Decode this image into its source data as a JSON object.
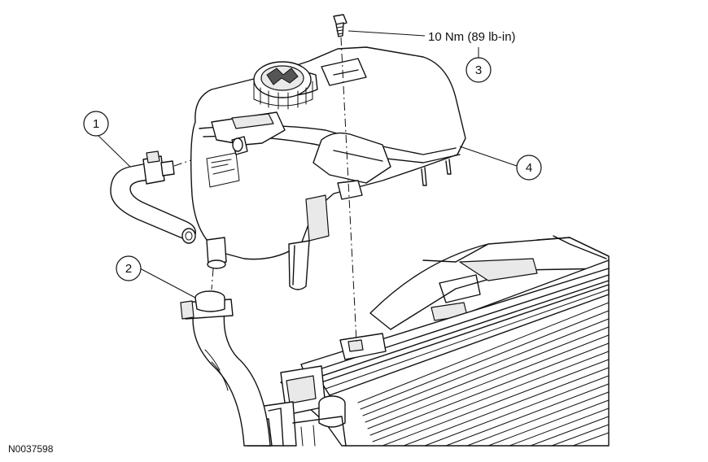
{
  "diagram": {
    "figure_id": "N0037598",
    "torque_spec": "10 Nm (89 lb-in)",
    "callouts": [
      {
        "number": "1"
      },
      {
        "number": "2"
      },
      {
        "number": "3"
      },
      {
        "number": "4"
      }
    ]
  }
}
